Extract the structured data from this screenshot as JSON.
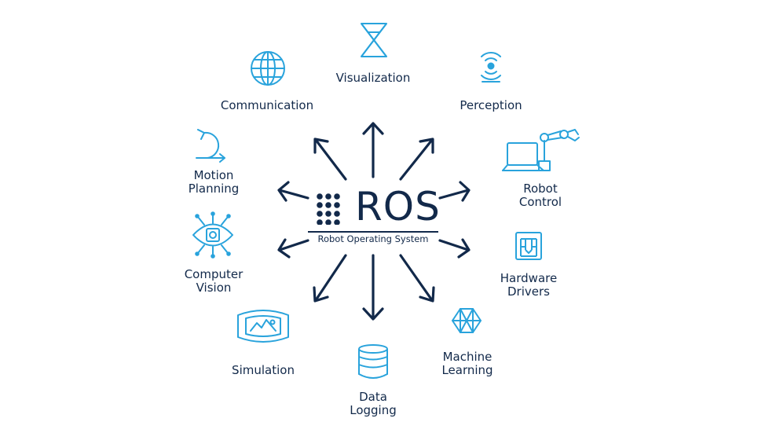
{
  "center": {
    "logo_text": "ROS",
    "subtitle": "Robot Operating System"
  },
  "features": {
    "visualization": {
      "label": "Visualization",
      "icon": "hourglass-cube-icon"
    },
    "communication": {
      "label": "Communication",
      "icon": "globe-icon"
    },
    "perception": {
      "label": "Perception",
      "icon": "radar-signal-icon"
    },
    "motion_planning": {
      "lines": [
        "Motion",
        "Planning"
      ],
      "icon": "curved-arrow-icon"
    },
    "robot_control": {
      "lines": [
        "Robot",
        "Control"
      ],
      "icon": "robot-arm-laptop-icon"
    },
    "computer_vision": {
      "lines": [
        "Computer",
        "Vision"
      ],
      "icon": "eye-chip-icon"
    },
    "hardware_drivers": {
      "lines": [
        "Hardware",
        "Drivers"
      ],
      "icon": "sim-card-icon"
    },
    "simulation": {
      "label": "Simulation",
      "icon": "panoramic-screen-icon"
    },
    "data_logging": {
      "lines": [
        "Data",
        "Logging"
      ],
      "icon": "database-icon"
    },
    "machine_learning": {
      "lines": [
        "Machine",
        "Learning"
      ],
      "icon": "neural-network-icon"
    }
  },
  "colors": {
    "navy": "#12294a",
    "accent": "#29a3dc"
  }
}
